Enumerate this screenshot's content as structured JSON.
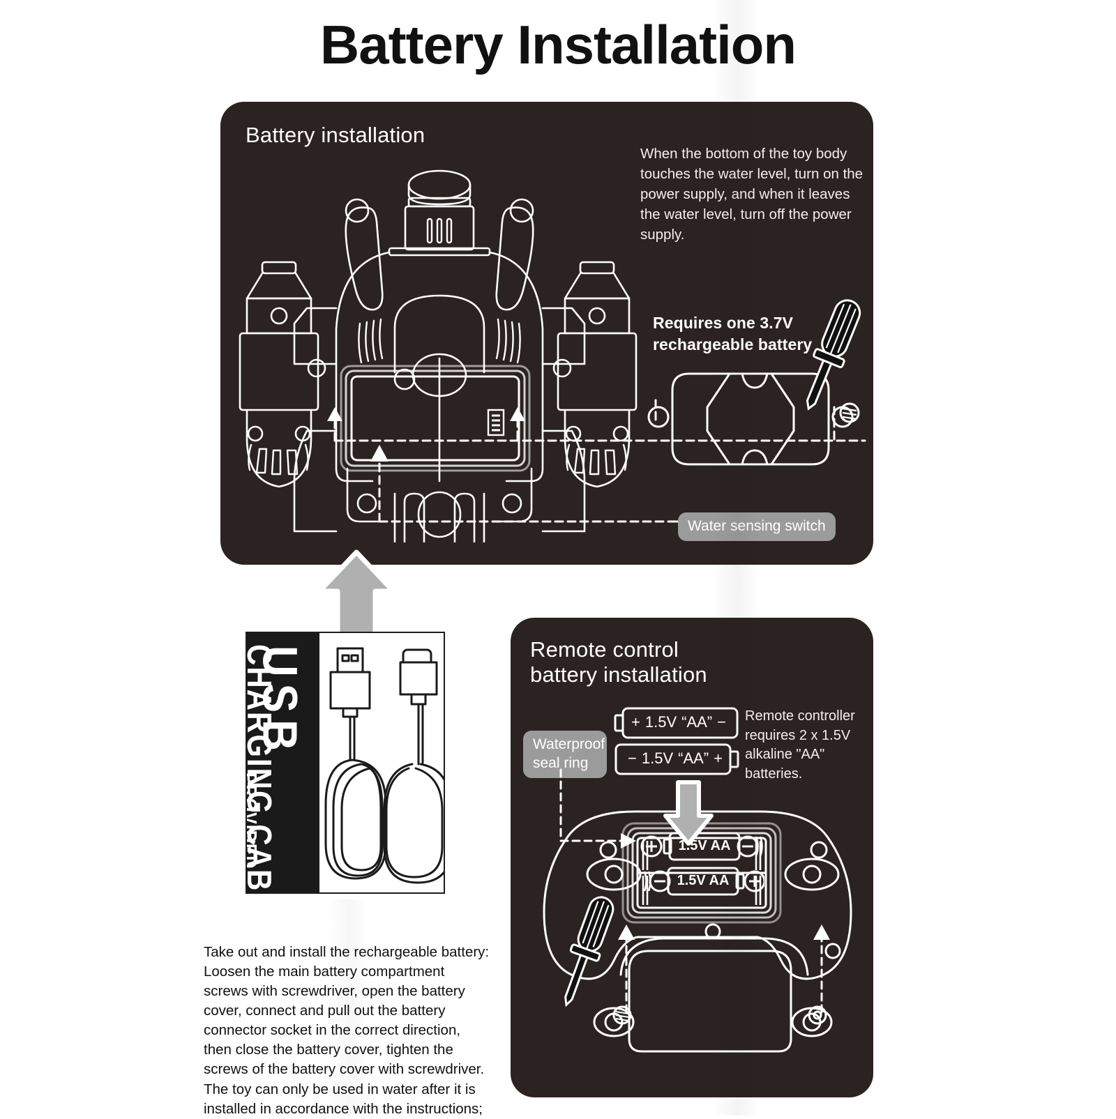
{
  "page": {
    "title": "Battery Installation"
  },
  "main_panel": {
    "heading": "Battery installation",
    "water_note": "When the bottom of the toy body touches the water level, turn on the power supply, and when it leaves the water level, turn off the power supply.",
    "battery_requirement": "Requires one 3.7V\nrechargeable battery",
    "water_switch_label": "Water sensing switch",
    "icons": {
      "screwdriver": "screwdriver-icon",
      "toy_body": "toy-body-diagram",
      "battery_cover": "battery-cover-diagram",
      "connector": "battery-connector-icon"
    }
  },
  "usb_box": {
    "word_main": "USB",
    "word_sub": "CHARGING CABLE",
    "word_note": "PROVIDED",
    "icons": {
      "usb_a": "usb-a-connector-icon",
      "usb_c": "usb-c-connector-icon",
      "cable": "coiled-cable-icon"
    }
  },
  "arrow": {
    "usb_to_panel": "up-arrow",
    "cover_insert": "down-arrow"
  },
  "instructions": {
    "body": "Take out and install the rechargeable battery: Loosen the main battery compartment screws with screwdriver, open the battery cover, connect and pull out the battery connector socket in the correct direction, then close the battery cover, tighten the screws of the battery cover with screwdriver. The toy can only be used in water after it is installed in accordance with the instructions;"
  },
  "remote_panel": {
    "heading": "Remote control\nbattery installation",
    "seal_ring_label": "Waterproof\nseal ring",
    "requirement_note": "Remote controller requires 2 x 1.5V alkaline \"AA\" batteries.",
    "battery_diagram": [
      {
        "left_polarity": "+",
        "voltage": "1.5V",
        "size": "“AA”",
        "right_polarity": "−",
        "nub": "left"
      },
      {
        "left_polarity": "−",
        "voltage": "1.5V",
        "size": "“AA”",
        "right_polarity": "+",
        "nub": "right"
      }
    ],
    "compartment_cells": [
      {
        "label": "1.5V AA",
        "left_terminal": "plus",
        "right_terminal": "minus"
      },
      {
        "label": "1.5V AA",
        "left_terminal": "minus",
        "right_terminal": "plus"
      }
    ],
    "icons": {
      "screwdriver": "screwdriver-icon",
      "remote_body": "remote-control-diagram",
      "spring": "battery-spring-icon"
    }
  },
  "colors": {
    "panel_bg": "#2b2321",
    "page_bg": "#ffffff",
    "line": "#ffffff",
    "pill_bg": "#9b9b9b",
    "arrow_gray": "#b0b0b0",
    "title": "#111111",
    "usb_band": "#1a1a1a"
  }
}
